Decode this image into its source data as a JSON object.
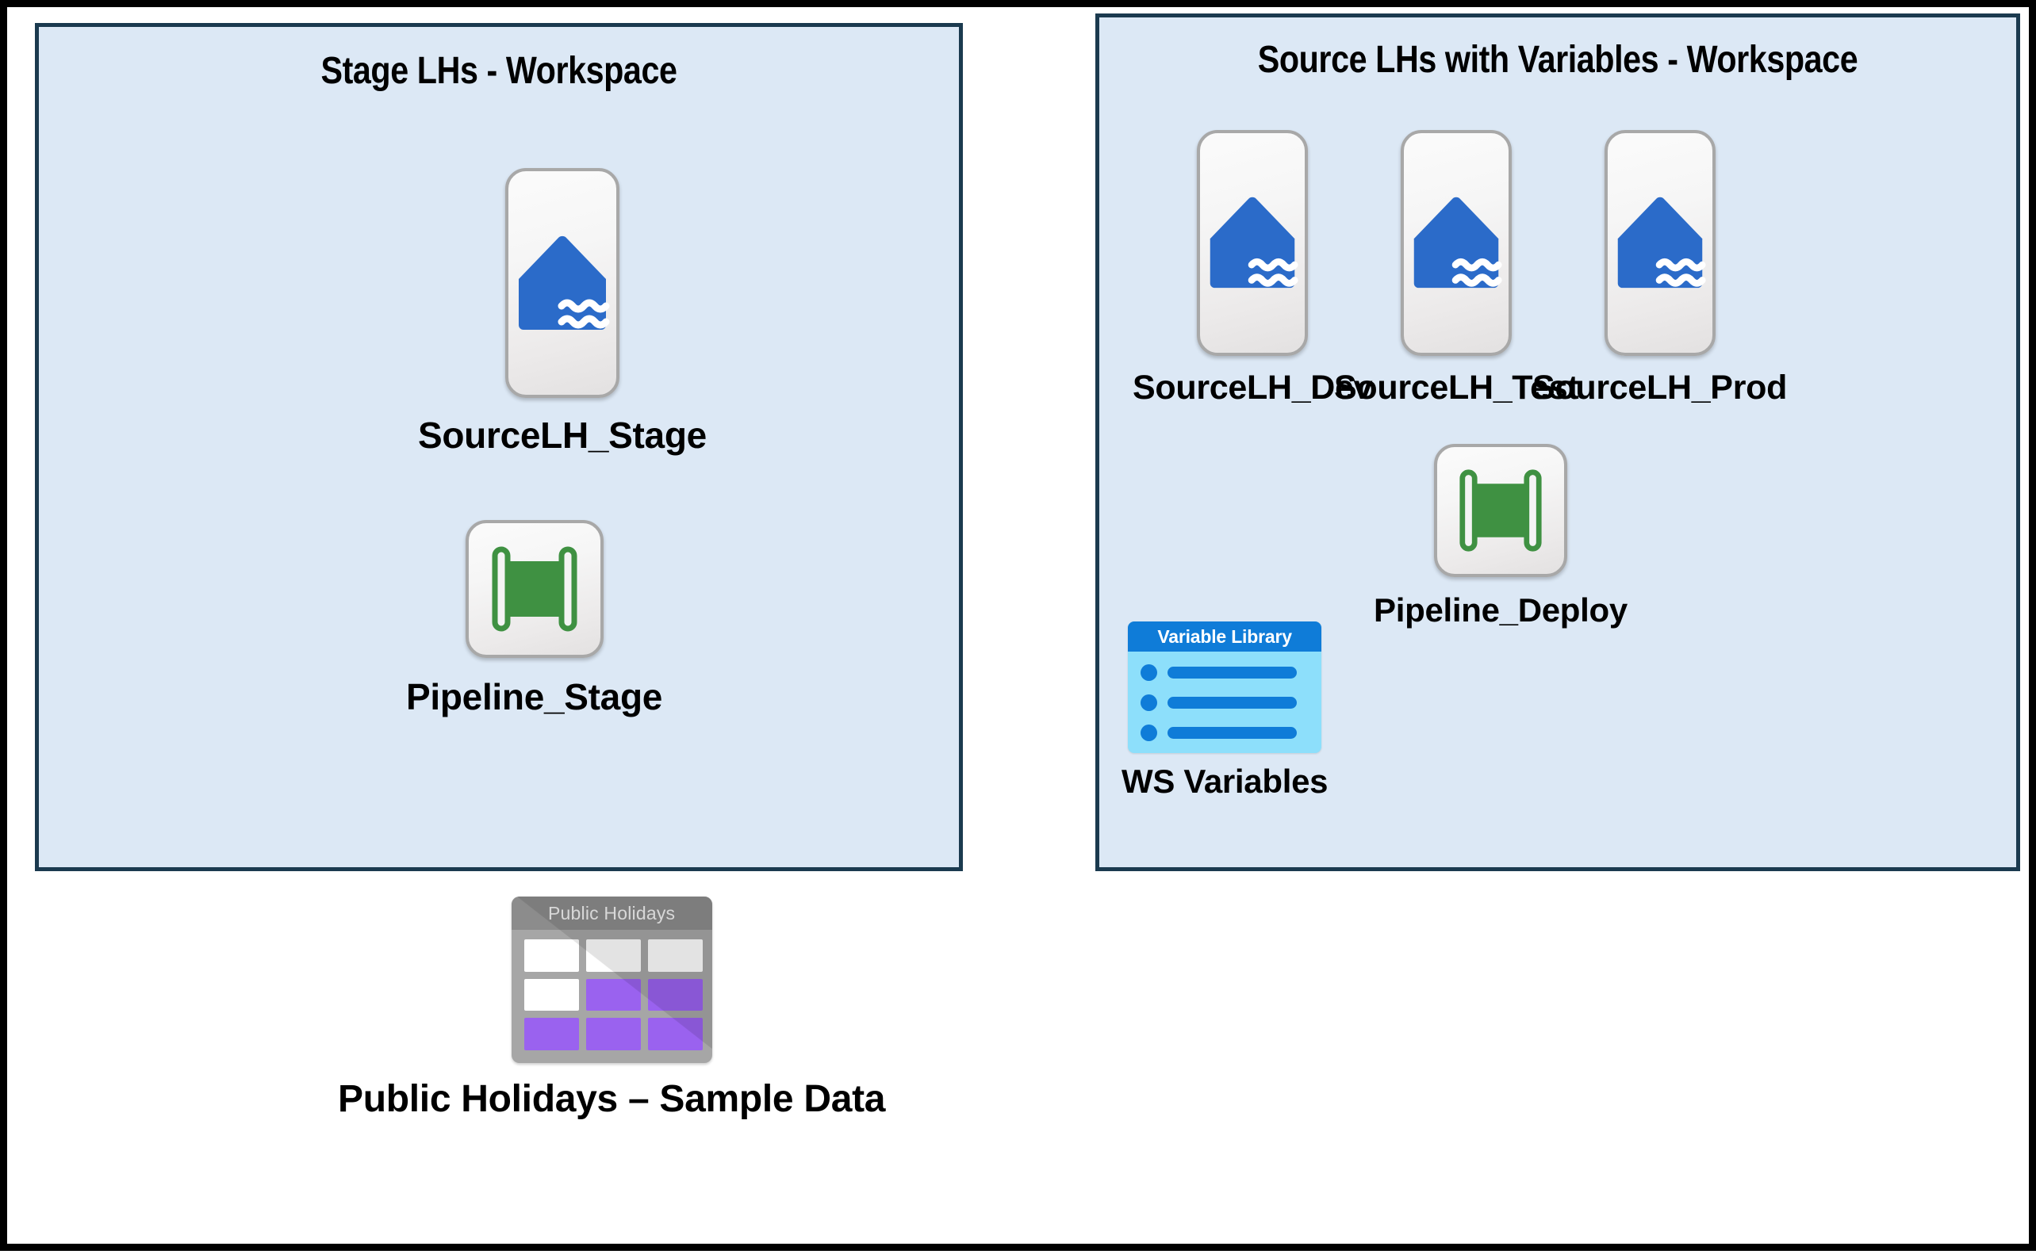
{
  "diagram": {
    "title_left": "Stage LHs - Workspace",
    "title_right": "Source LHs with Variables - Workspace",
    "colors": {
      "panel_background": "#dce8f5",
      "panel_border": "#1b3a4f",
      "page_border": "#000000",
      "lakehouse_blue": "#2b6bc9",
      "pipeline_green": "#3f9142",
      "variable_header_blue": "#0f7cd8",
      "variable_body_blue": "#8ddffb",
      "table_header_gray": "#8c8c8c",
      "table_body_gray": "#a6a6a6",
      "table_cell_purple": "#9a62ef",
      "table_cell_white": "#ffffff"
    }
  },
  "stage_workspace": {
    "title": "Stage LHs - Workspace",
    "items": [
      {
        "label": "SourceLH_Stage",
        "icon": "lakehouse-icon",
        "type": "lakehouse"
      },
      {
        "label": "Pipeline_Stage",
        "icon": "pipeline-icon",
        "type": "pipeline"
      }
    ]
  },
  "source_workspace": {
    "title": "Source LHs with Variables - Workspace",
    "items": [
      {
        "label": "SourceLH_Dev",
        "icon": "lakehouse-icon",
        "type": "lakehouse"
      },
      {
        "label": "SourceLH_Test",
        "icon": "lakehouse-icon",
        "type": "lakehouse"
      },
      {
        "label": "SourceLH_Prod",
        "icon": "lakehouse-icon",
        "type": "lakehouse"
      },
      {
        "label": "Pipeline_Deploy",
        "icon": "pipeline-icon",
        "type": "pipeline"
      },
      {
        "label": "WS Variables",
        "icon": "variable-library-icon",
        "type": "variable_library",
        "card_title": "Variable Library",
        "row_count": 3
      }
    ]
  },
  "sample_data": {
    "label": "Public Holidays – Sample Data",
    "icon": "table-icon",
    "card_title": "Public Holidays",
    "table": {
      "rows": 3,
      "cols": 3,
      "cells": [
        [
          "white",
          "white",
          "white"
        ],
        [
          "white",
          "purple",
          "purple"
        ],
        [
          "purple",
          "purple",
          "purple"
        ]
      ]
    }
  }
}
